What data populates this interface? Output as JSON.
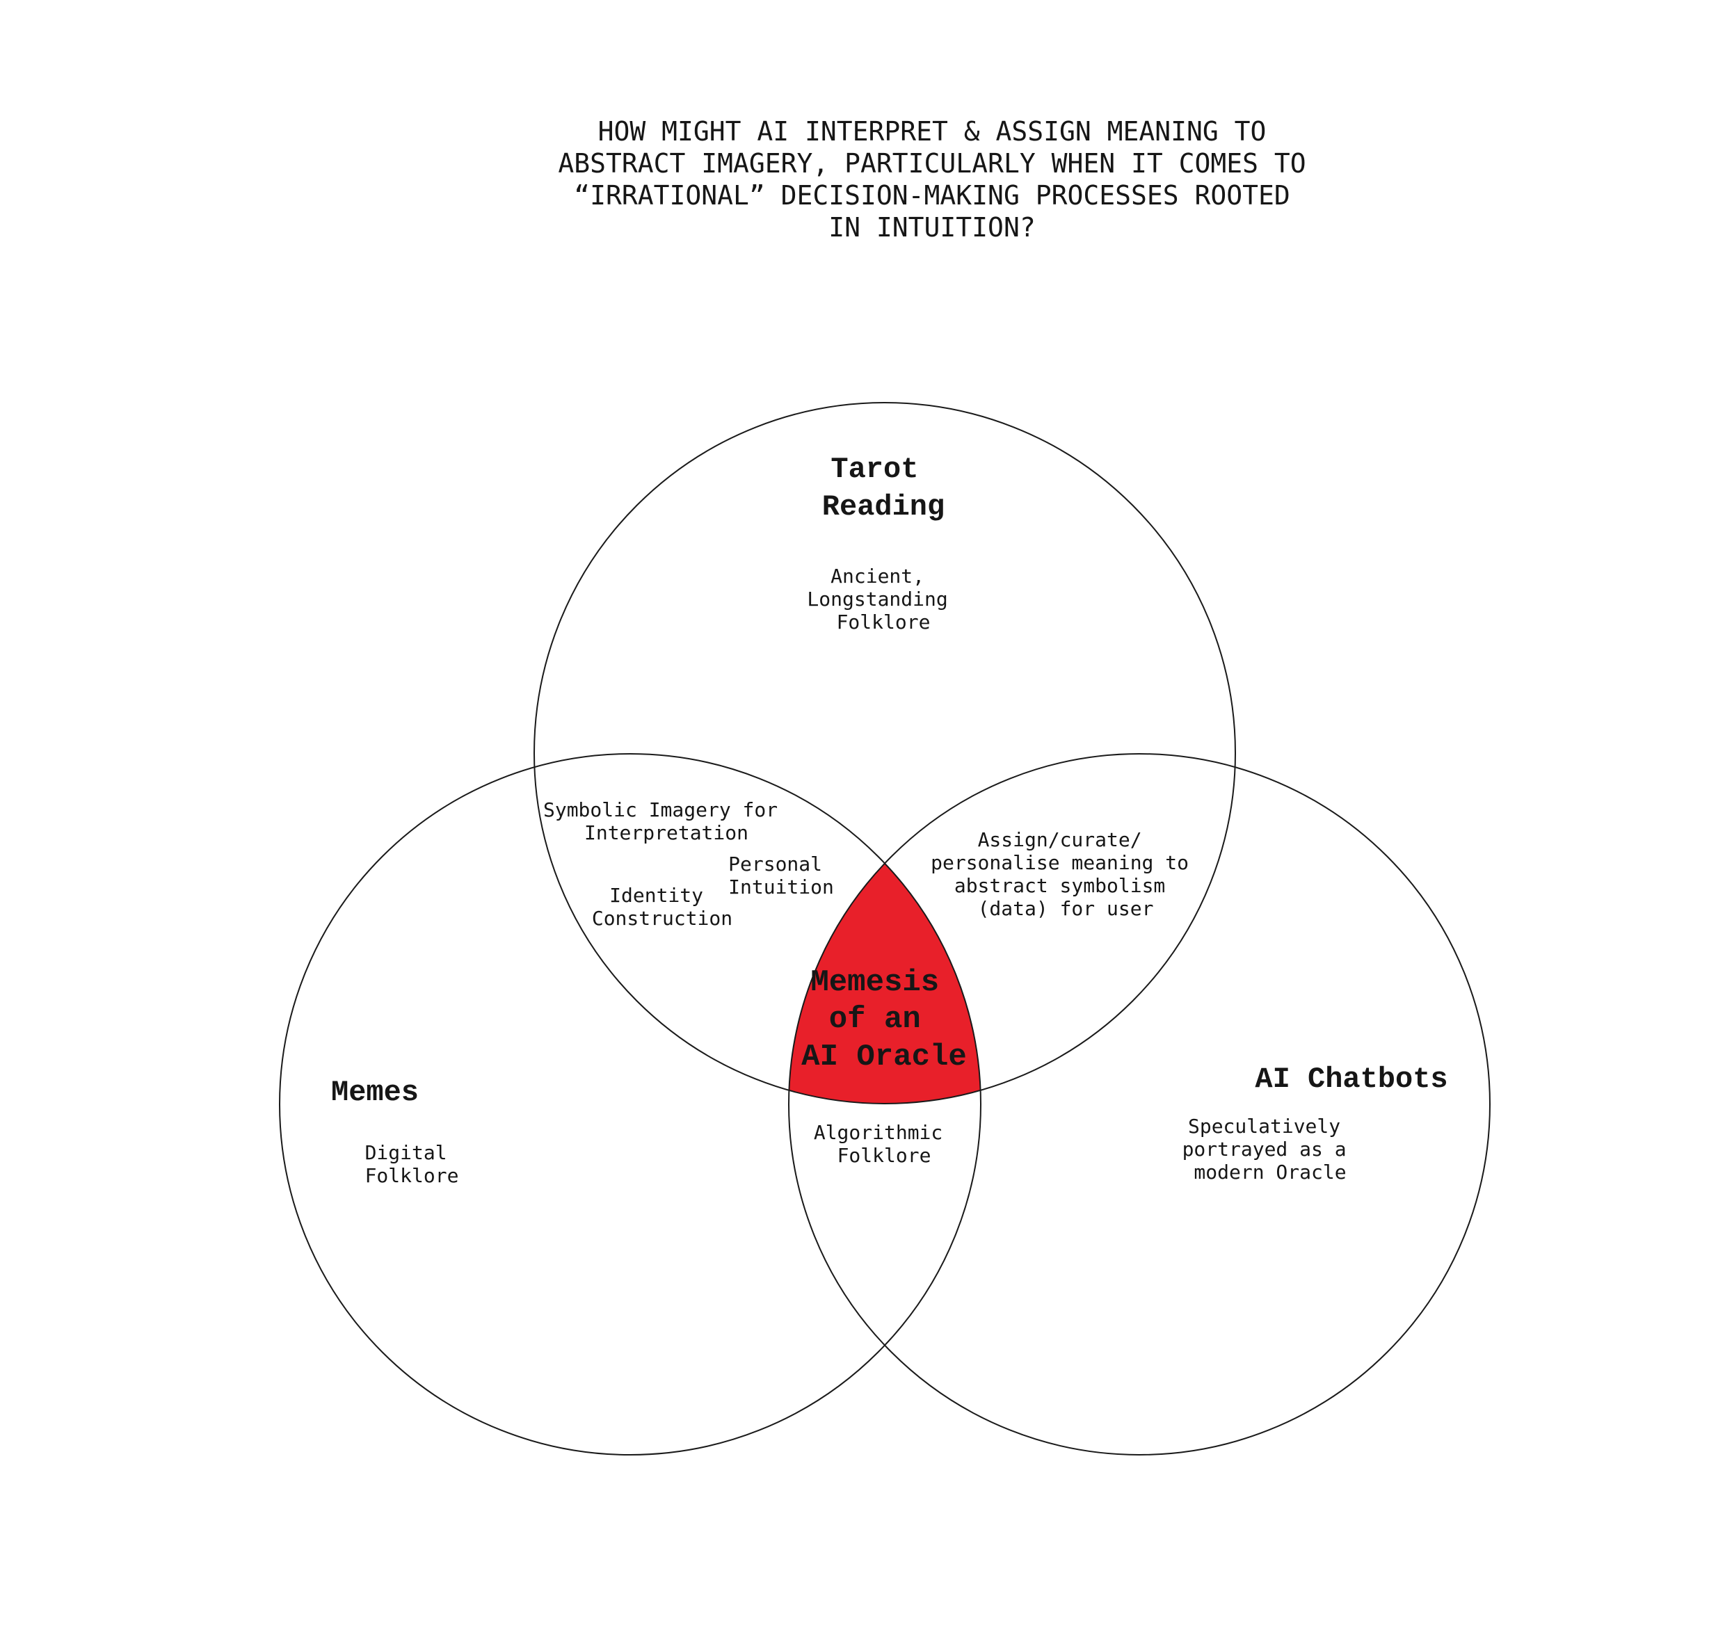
{
  "question": "HOW MIGHT AI INTERPRET & ASSIGN MEANING TO\nABSTRACT IMAGERY, PARTICULARLY WHEN IT COMES TO\n“IRRATIONAL” DECISION-MAKING PROCESSES ROOTED\nIN INTUITION?",
  "colors": {
    "intersection": "#e8202a",
    "stroke": "#1a1a1a"
  },
  "sets": {
    "tarot": {
      "title": [
        "Tarot",
        "Reading"
      ],
      "note": [
        "Ancient,",
        "Longstanding",
        "Folklore"
      ]
    },
    "memes": {
      "title": [
        "Memes"
      ],
      "note": [
        "Digital",
        "Folklore"
      ]
    },
    "chatbots": {
      "title": [
        "AI Chatbots"
      ],
      "note": [
        "Speculatively",
        "portrayed as a",
        "modern Oracle"
      ]
    }
  },
  "overlaps": {
    "tarot_memes": {
      "symbolic": [
        "Symbolic Imagery for",
        "Interpretation"
      ],
      "intuition": [
        "Personal",
        "Intuition"
      ],
      "identity": [
        "Identity",
        "Construction"
      ]
    },
    "tarot_chatbots": [
      "Assign/curate/",
      "personalise meaning to",
      "abstract symbolism",
      "(data) for user"
    ],
    "memes_chatbots": [
      "Algorithmic",
      "Folklore"
    ],
    "center": [
      "Memesis",
      "of an",
      "AI Oracle"
    ]
  }
}
